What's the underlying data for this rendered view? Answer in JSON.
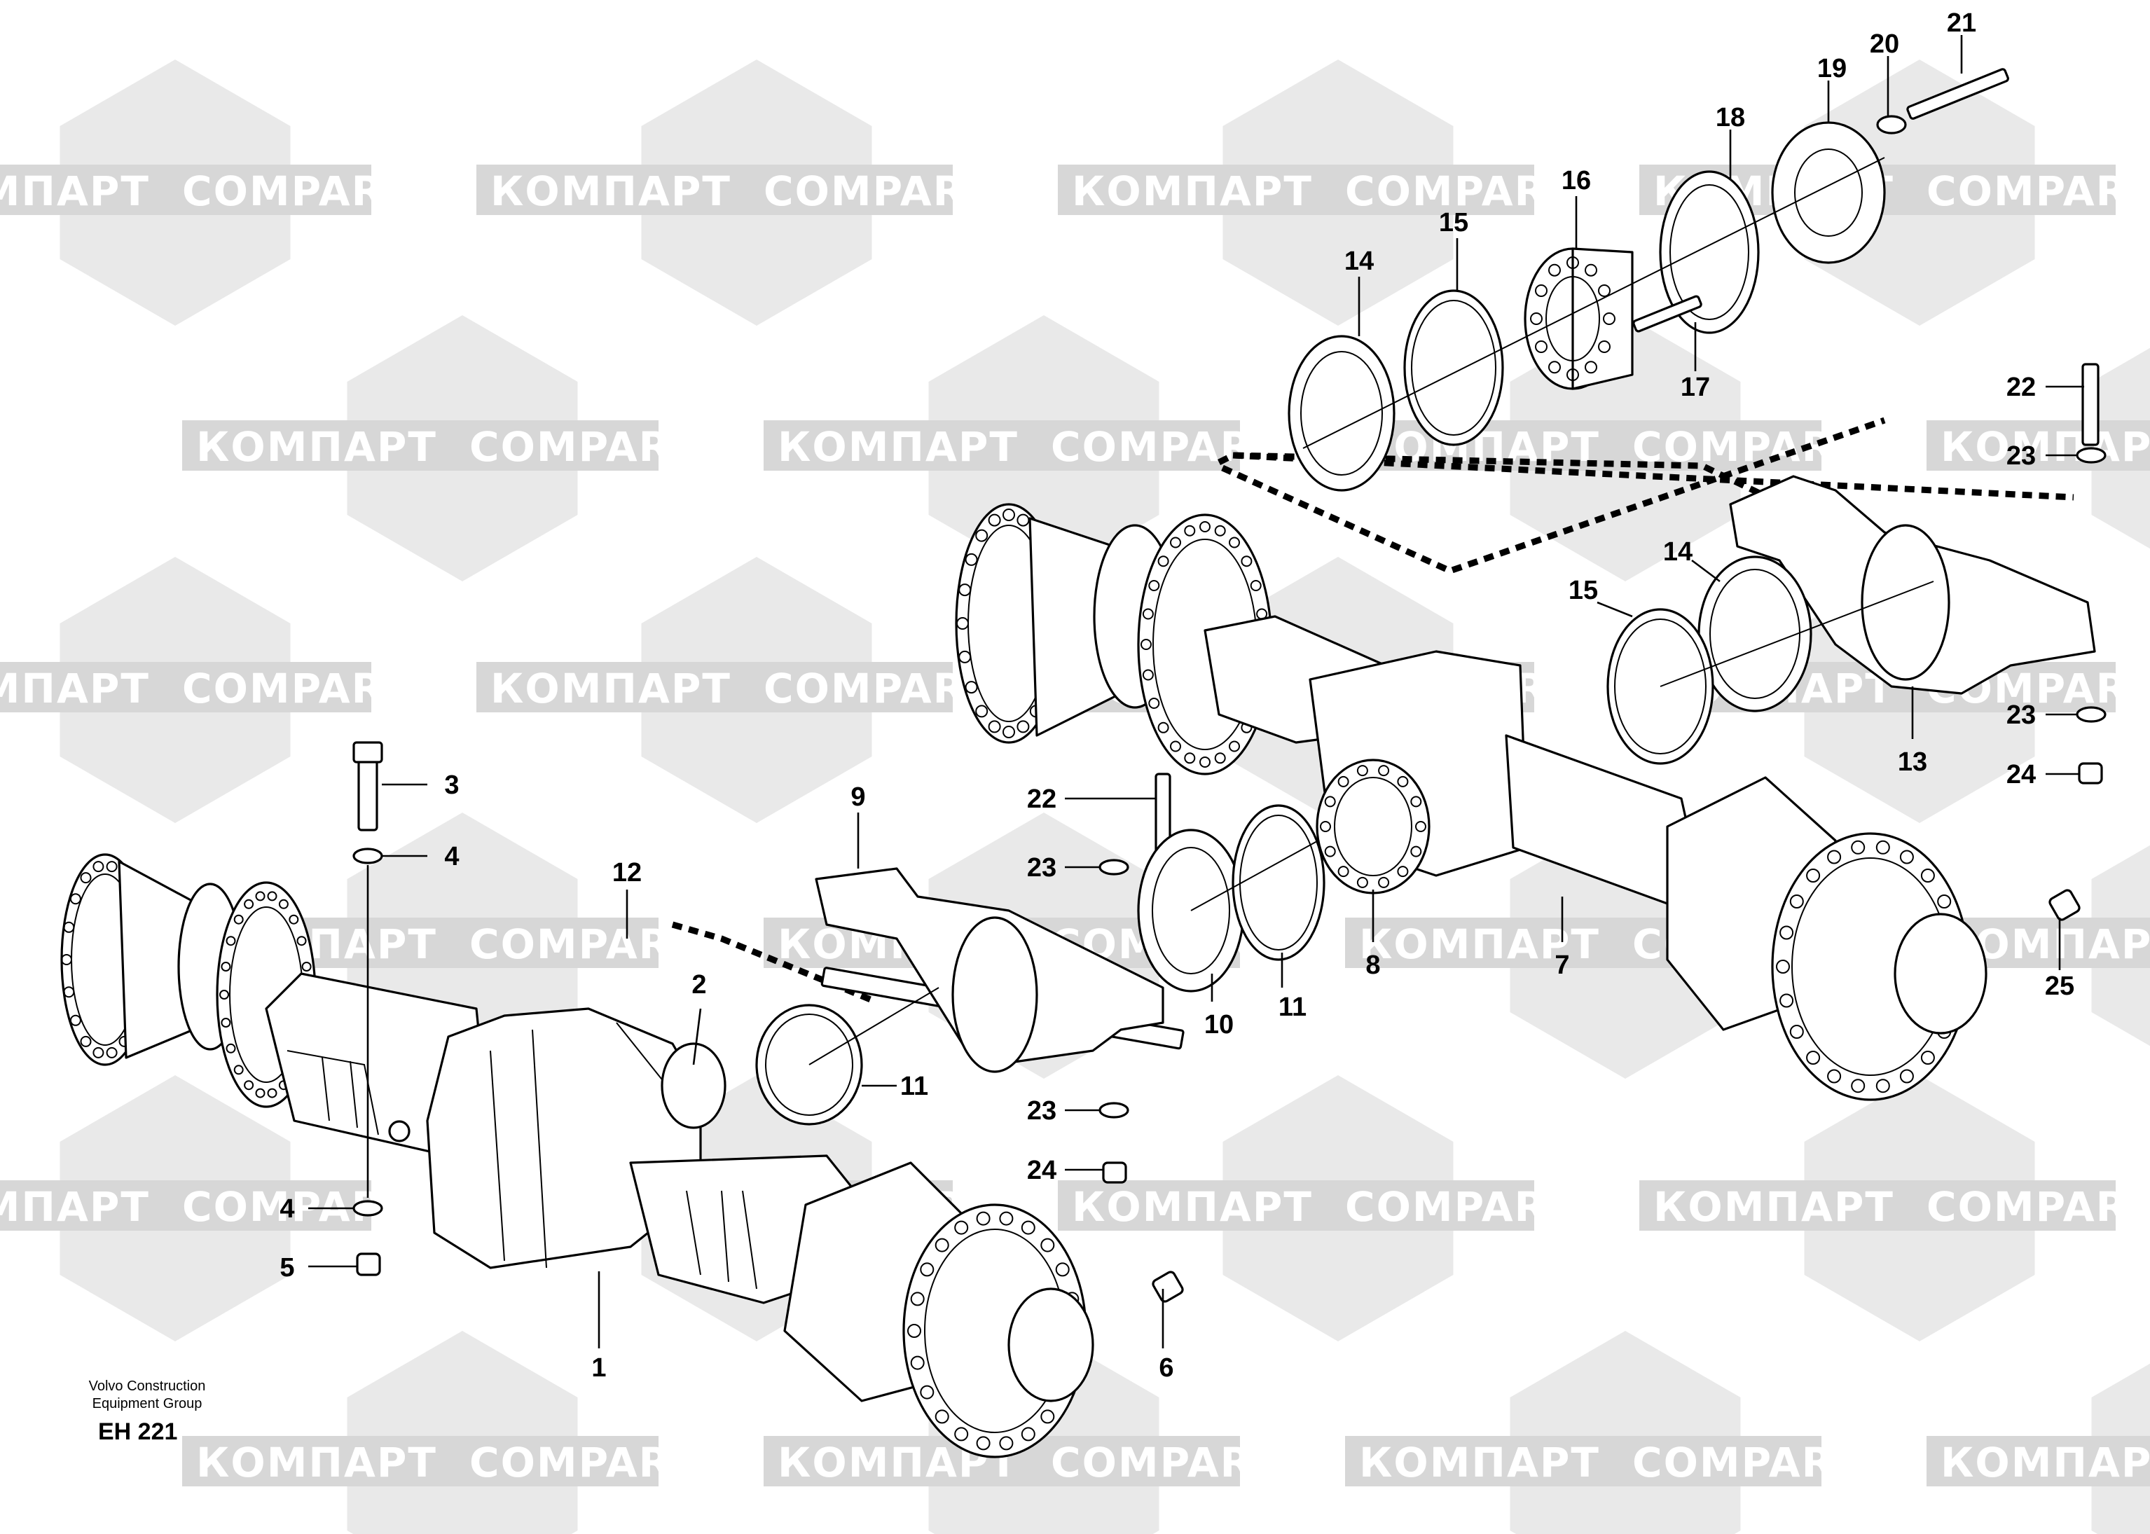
{
  "watermark": {
    "left_word": "КОМПАРТ",
    "right_word": "COMPART"
  },
  "diagram": {
    "callouts": [
      {
        "id": "c1",
        "label": "1"
      },
      {
        "id": "c2",
        "label": "2"
      },
      {
        "id": "c3",
        "label": "3"
      },
      {
        "id": "c4a",
        "label": "4"
      },
      {
        "id": "c4b",
        "label": "4"
      },
      {
        "id": "c5",
        "label": "5"
      },
      {
        "id": "c6",
        "label": "6"
      },
      {
        "id": "c7",
        "label": "7"
      },
      {
        "id": "c8",
        "label": "8"
      },
      {
        "id": "c9",
        "label": "9"
      },
      {
        "id": "c10",
        "label": "10"
      },
      {
        "id": "c11a",
        "label": "11"
      },
      {
        "id": "c11b",
        "label": "11"
      },
      {
        "id": "c12",
        "label": "12"
      },
      {
        "id": "c13",
        "label": "13"
      },
      {
        "id": "c14a",
        "label": "14"
      },
      {
        "id": "c14b",
        "label": "14"
      },
      {
        "id": "c15a",
        "label": "15"
      },
      {
        "id": "c15b",
        "label": "15"
      },
      {
        "id": "c16",
        "label": "16"
      },
      {
        "id": "c17",
        "label": "17"
      },
      {
        "id": "c18",
        "label": "18"
      },
      {
        "id": "c19",
        "label": "19"
      },
      {
        "id": "c20",
        "label": "20"
      },
      {
        "id": "c21",
        "label": "21"
      },
      {
        "id": "c22a",
        "label": "22"
      },
      {
        "id": "c22b",
        "label": "22"
      },
      {
        "id": "c23a",
        "label": "23"
      },
      {
        "id": "c23b",
        "label": "23"
      },
      {
        "id": "c23c",
        "label": "23"
      },
      {
        "id": "c23d",
        "label": "23"
      },
      {
        "id": "c24a",
        "label": "24"
      },
      {
        "id": "c24b",
        "label": "24"
      },
      {
        "id": "c25",
        "label": "25"
      }
    ]
  },
  "credit": {
    "line1": "Volvo Construction",
    "line2": "Equipment Group",
    "code": "EH 221"
  }
}
